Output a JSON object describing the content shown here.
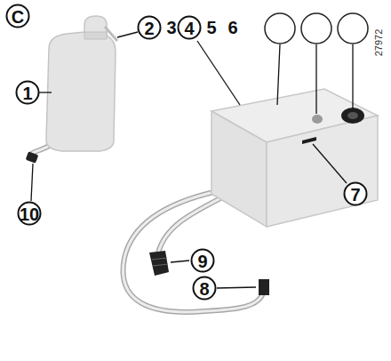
{
  "diagram": {
    "labels": [
      "C",
      "2",
      "3",
      "4",
      "5",
      "6",
      "27972",
      "1",
      "7",
      "10",
      "9",
      "8"
    ]
  }
}
